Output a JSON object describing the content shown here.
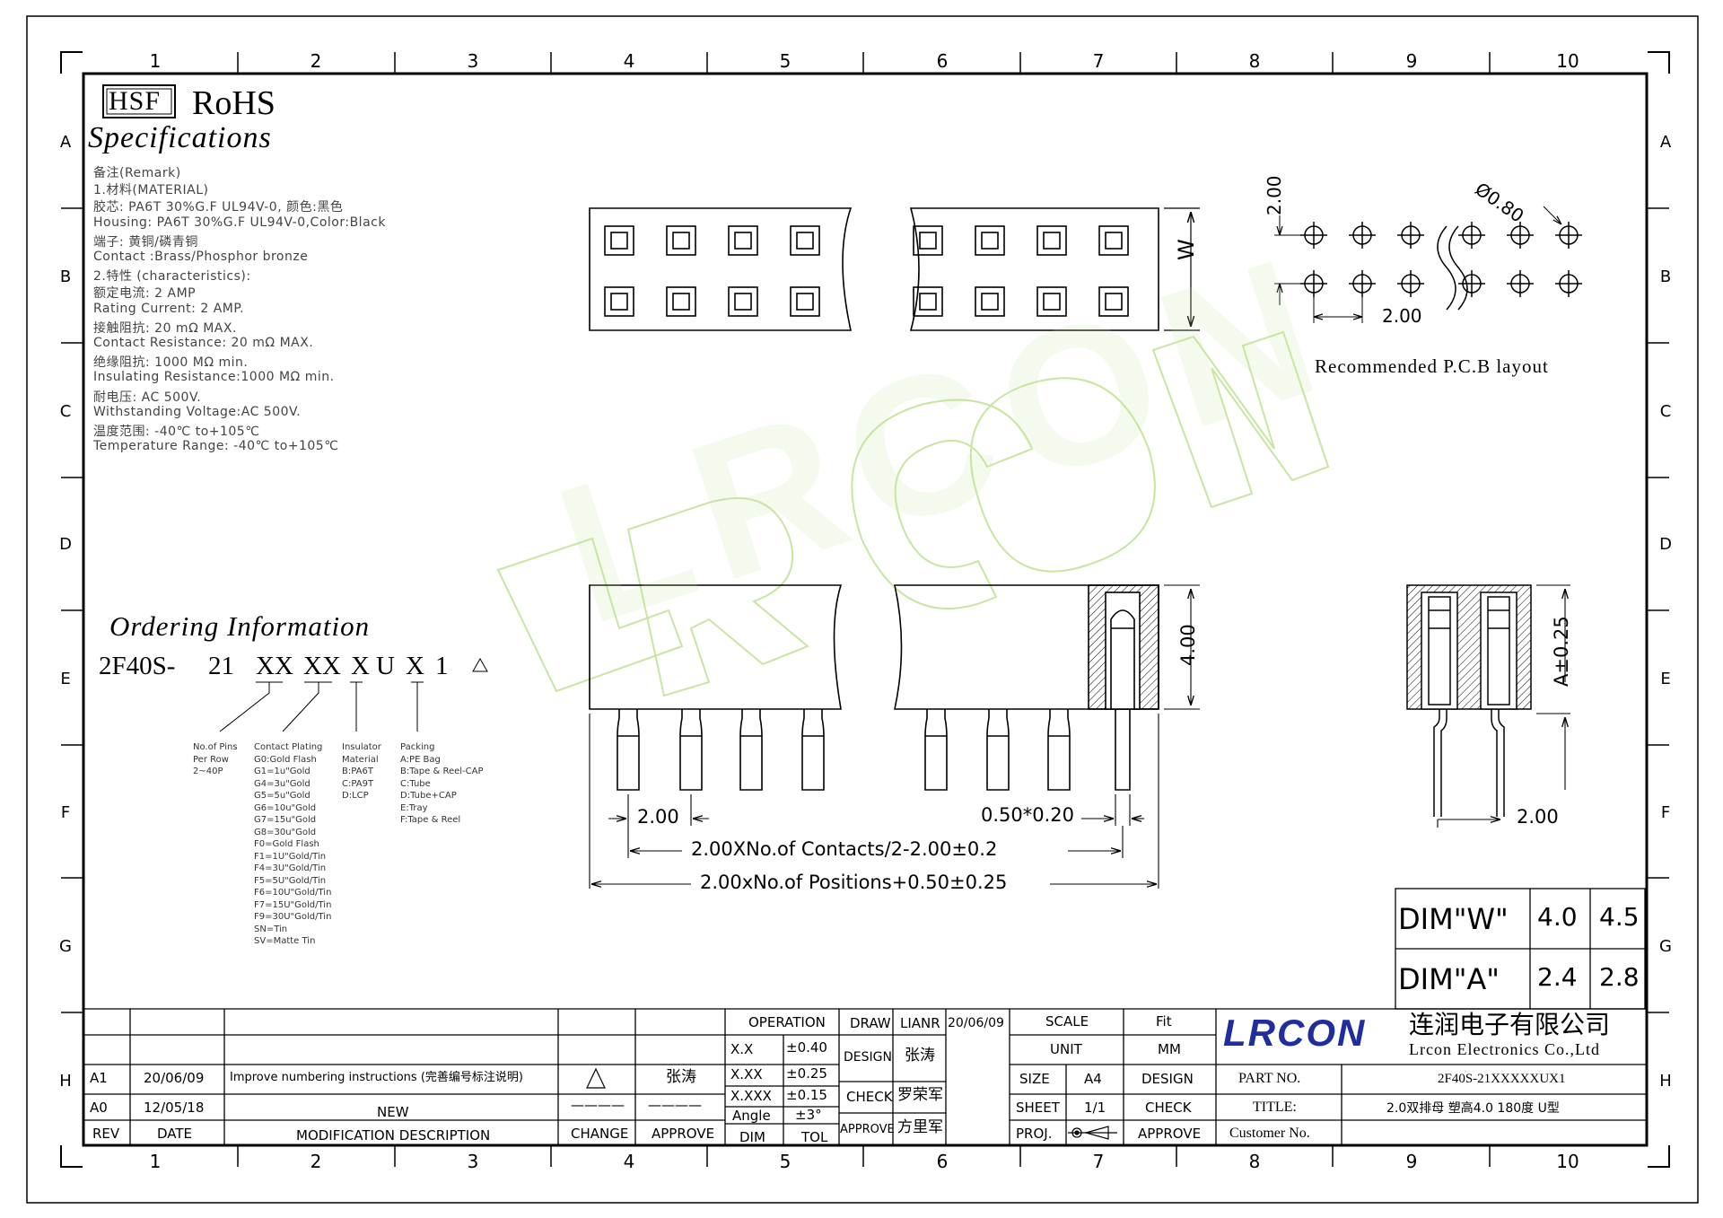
{
  "grid": {
    "columns": [
      "1",
      "2",
      "3",
      "4",
      "5",
      "6",
      "7",
      "8",
      "9",
      "10"
    ],
    "rows": [
      "A",
      "B",
      "C",
      "D",
      "E",
      "F",
      "G",
      "H"
    ]
  },
  "header": {
    "hsf": "HSF",
    "rohs": "RoHS",
    "spec_title": "Specifications"
  },
  "specs": [
    "备注(Remark)",
    "1.材料(MATERIAL)",
    "胶芯: PA6T 30%G.F UL94V-0, 颜色:黑色",
    "Housing: PA6T 30%G.F UL94V-0,Color:Black",
    "端子: 黄铜/磷青铜",
    "Contact :Brass/Phosphor bronze",
    "2.特性 (characteristics):",
    "额定电流: 2 AMP",
    "Rating Current: 2 AMP.",
    "接触阻抗: 20 mΩ MAX.",
    "Contact Resistance: 20 mΩ MAX.",
    "绝缘阻抗: 1000 MΩ min.",
    "Insulating Resistance:1000 MΩ min.",
    "耐电压: AC 500V.",
    "Withstanding Voltage:AC 500V.",
    "温度范围: -40℃ to+105℃",
    "Temperature Range: -40℃ to+105℃"
  ],
  "ordering": {
    "title": "Ordering Information",
    "code_parts": [
      "2F40S-",
      "21",
      "XX",
      "XX",
      "X",
      "U",
      "X",
      "1"
    ],
    "legend_pins": "No.of Pins\nPer Row\n2~40P",
    "legend_plating": "Contact Plating\nG0:Gold Flash\nG1=1u\"Gold\nG4=3u\"Gold\nG5=5u\"Gold\nG6=10u\"Gold\nG7=15u\"Gold\nG8=30u\"Gold\nF0=Gold Flash\nF1=1U\"Gold/Tin\nF4=3U\"Gold/Tin\nF5=5U\"Gold/Tin\nF6=10U\"Gold/Tin\nF7=15U\"Gold/Tin\nF9=30U\"Gold/Tin\nSN=Tin\nSV=Matte Tin",
    "legend_insulator": "Insulator\nMaterial\nB:PA6T\nC:PA9T\nD:LCP",
    "legend_packing": "Packing\nA:PE Bag\nB:Tape & Reel-CAP\nC:Tube\nD:Tube+CAP\nE:Tray\nF:Tape & Reel"
  },
  "pcb": {
    "caption": "Recommended P.C.B layout",
    "pitch_v": "2.00",
    "pitch_h": "2.00",
    "hole": "Ø0.80"
  },
  "dims": {
    "top_w": "W",
    "height": "4.00",
    "pitch": "2.00",
    "pin": "0.50*0.20",
    "contacts": "2.00XNo.of Contacts/2-2.00±0.2",
    "positions": "2.00xNo.of Positions+0.50±0.25",
    "side_a": "A±0.25",
    "side_pitch": "2.00"
  },
  "dim_table": {
    "row_w": {
      "label": "DIM\"W\"",
      "v1": "4.0",
      "v2": "4.5"
    },
    "row_a": {
      "label": "DIM\"A\"",
      "v1": "2.4",
      "v2": "2.8"
    }
  },
  "title_block": {
    "rev_rows": [
      {
        "rev": "A1",
        "date": "20/06/09",
        "desc": "Improve numbering instructions (完善编号标注说明)",
        "change": "",
        "approve": "张涛"
      },
      {
        "rev": "A0",
        "date": "12/05/18",
        "desc": "NEW",
        "change": "————",
        "approve": "————"
      }
    ],
    "headers": {
      "rev": "REV",
      "date": "DATE",
      "desc": "MODIFICATION DESCRIPTION",
      "change": "CHANGE",
      "approve": "APPROVE"
    },
    "operation": "OPERATION",
    "tol_rows": [
      {
        "k": "X.X",
        "v": "±0.40"
      },
      {
        "k": "X.XX",
        "v": "±0.25"
      },
      {
        "k": "X.XXX",
        "v": "±0.15"
      },
      {
        "k": "Angle",
        "v": "±3°"
      }
    ],
    "dim_lbl": "DIM",
    "tol_lbl": "TOL",
    "draw": "DRAW",
    "draw_name": "LIANR",
    "draw_date": "20/06/09",
    "design": "DESIGN",
    "design_name": "张涛",
    "check": "CHECK",
    "check_name": "罗荣军",
    "approve": "APPROVE",
    "approve_name": "方里军",
    "scale": "SCALE",
    "scale_val": "Fit",
    "unit": "UNIT",
    "unit_val": "MM",
    "size": "SIZE",
    "size_val": "A4",
    "sheet": "SHEET",
    "sheet_val": "1/1",
    "proj": "PROJ.",
    "design2": "DESIGN",
    "check2": "CHECK",
    "approve2": "APPROVE",
    "part_no_lbl": "PART NO.",
    "part_no": "2F40S-21XXXXXUX1",
    "title_lbl": "TITLE:",
    "title": "2.0双排母 塑高4.0 180度 U型",
    "customer": "Customer No.",
    "company_logo": "LRCON",
    "company_cn": "连润电子有限公司",
    "company_en": "Lrcon Electronics Co.,Ltd"
  },
  "watermark": "LRCON",
  "colors": {
    "line": "#000000",
    "watermark": "#c8e6a0",
    "logo": "#1f2d9e"
  }
}
